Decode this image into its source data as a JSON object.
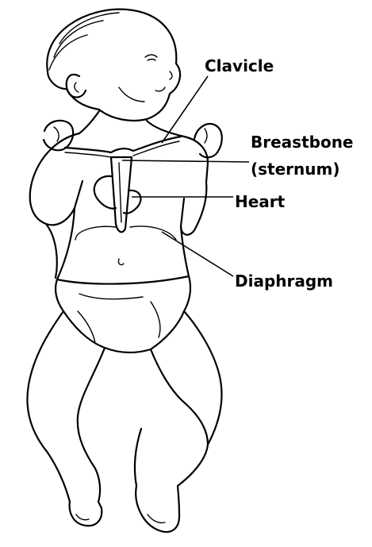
{
  "labels": {
    "clavicle": "Clavicle",
    "breastbone": "Breastbone",
    "sternum": "(sternum)",
    "heart": "Heart",
    "diaphragm": "Diaphragm"
  }
}
